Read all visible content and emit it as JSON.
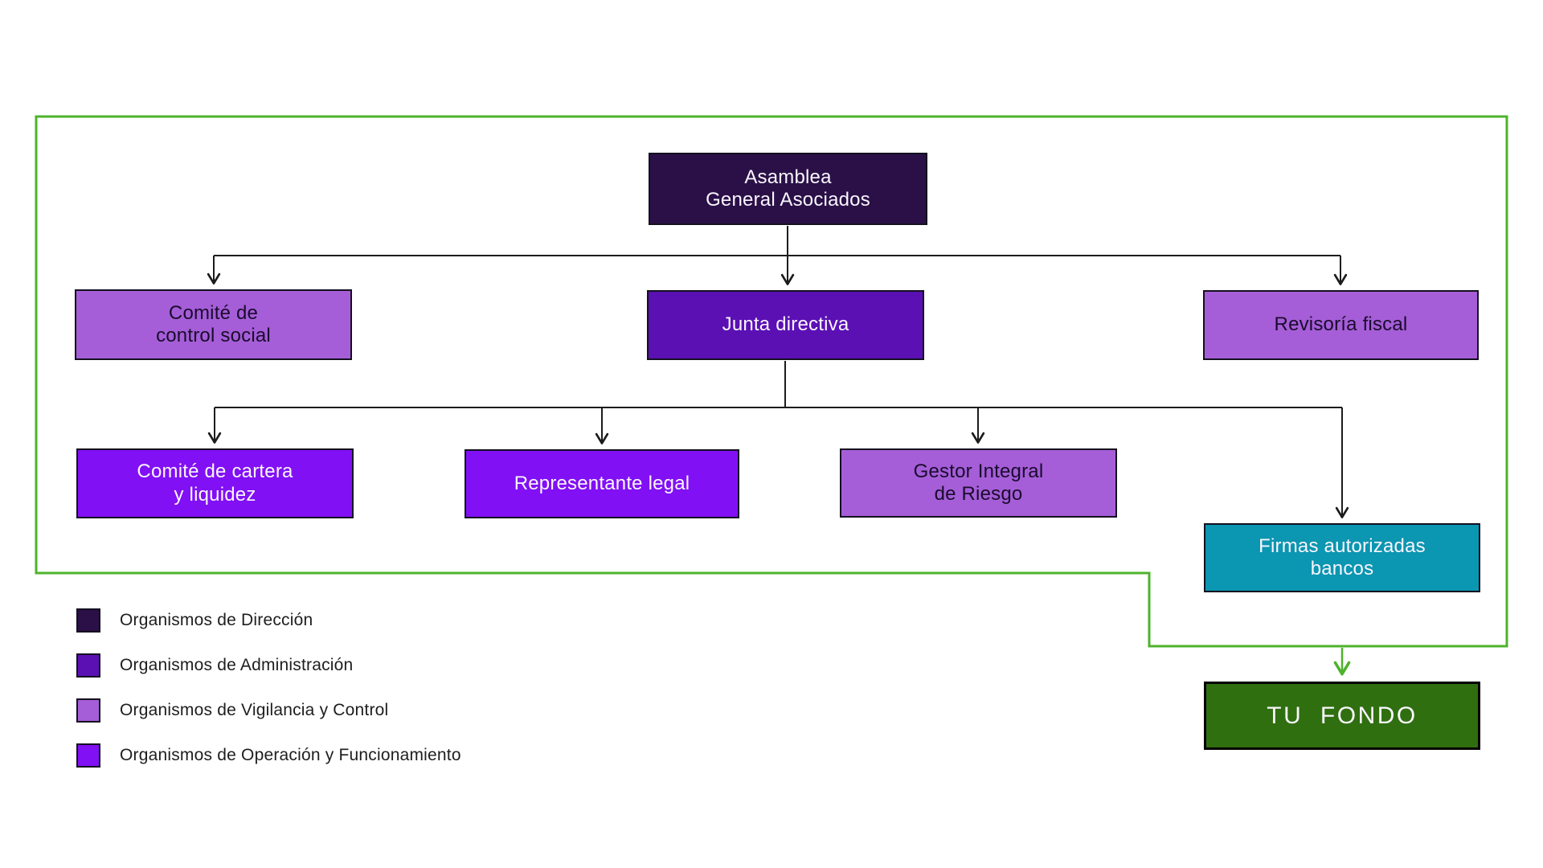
{
  "diagram": {
    "type": "org-chart",
    "nodes": {
      "asamblea": {
        "label": "Asamblea\nGeneral Asociados",
        "color": "#2b1048",
        "text_color": "#faf6fd"
      },
      "control_social": {
        "label": "Comité de\ncontrol social",
        "color": "#a55ed7",
        "text_color": "#1a0b2e"
      },
      "junta": {
        "label": "Junta directiva",
        "color": "#5b10b4",
        "text_color": "#faf6fd"
      },
      "revisoria": {
        "label": "Revisoría fiscal",
        "color": "#a55ed7",
        "text_color": "#1a0b2e"
      },
      "cartera": {
        "label": "Comité de cartera\ny liquidez",
        "color": "#8110f4",
        "text_color": "#faf6fd"
      },
      "representante": {
        "label": "Representante legal",
        "color": "#8110f4",
        "text_color": "#faf6fd"
      },
      "gestor": {
        "label": "Gestor Integral\nde Riesgo",
        "color": "#a55ed7",
        "text_color": "#1a0b2e"
      },
      "firmas": {
        "label": "Firmas autorizadas\nbancos",
        "color": "#0b96b1",
        "text_color": "#faf6fd"
      },
      "fondo": {
        "label": "TU  FONDO",
        "color": "#2f6f10",
        "text_color": "#f5fbef"
      }
    },
    "edges": [
      {
        "from": "asamblea",
        "to": "control_social"
      },
      {
        "from": "asamblea",
        "to": "junta"
      },
      {
        "from": "asamblea",
        "to": "revisoria"
      },
      {
        "from": "junta",
        "to": "cartera"
      },
      {
        "from": "junta",
        "to": "representante"
      },
      {
        "from": "junta",
        "to": "gestor"
      },
      {
        "from": "junta",
        "to": "firmas"
      },
      {
        "from": "boundary",
        "to": "fondo"
      }
    ]
  },
  "legend": {
    "items": [
      {
        "label": "Organismos de Dirección",
        "color": "#2b1048"
      },
      {
        "label": "Organismos de Administración",
        "color": "#5b10b4"
      },
      {
        "label": "Organismos de Vigilancia y Control",
        "color": "#a55ed7"
      },
      {
        "label": "Organismos de Operación y Funcionamiento",
        "color": "#8110f4"
      }
    ]
  },
  "colors": {
    "boundary_green": "#4eb32c",
    "connector_line": "#1c1c1c",
    "background": "#ffffff"
  }
}
